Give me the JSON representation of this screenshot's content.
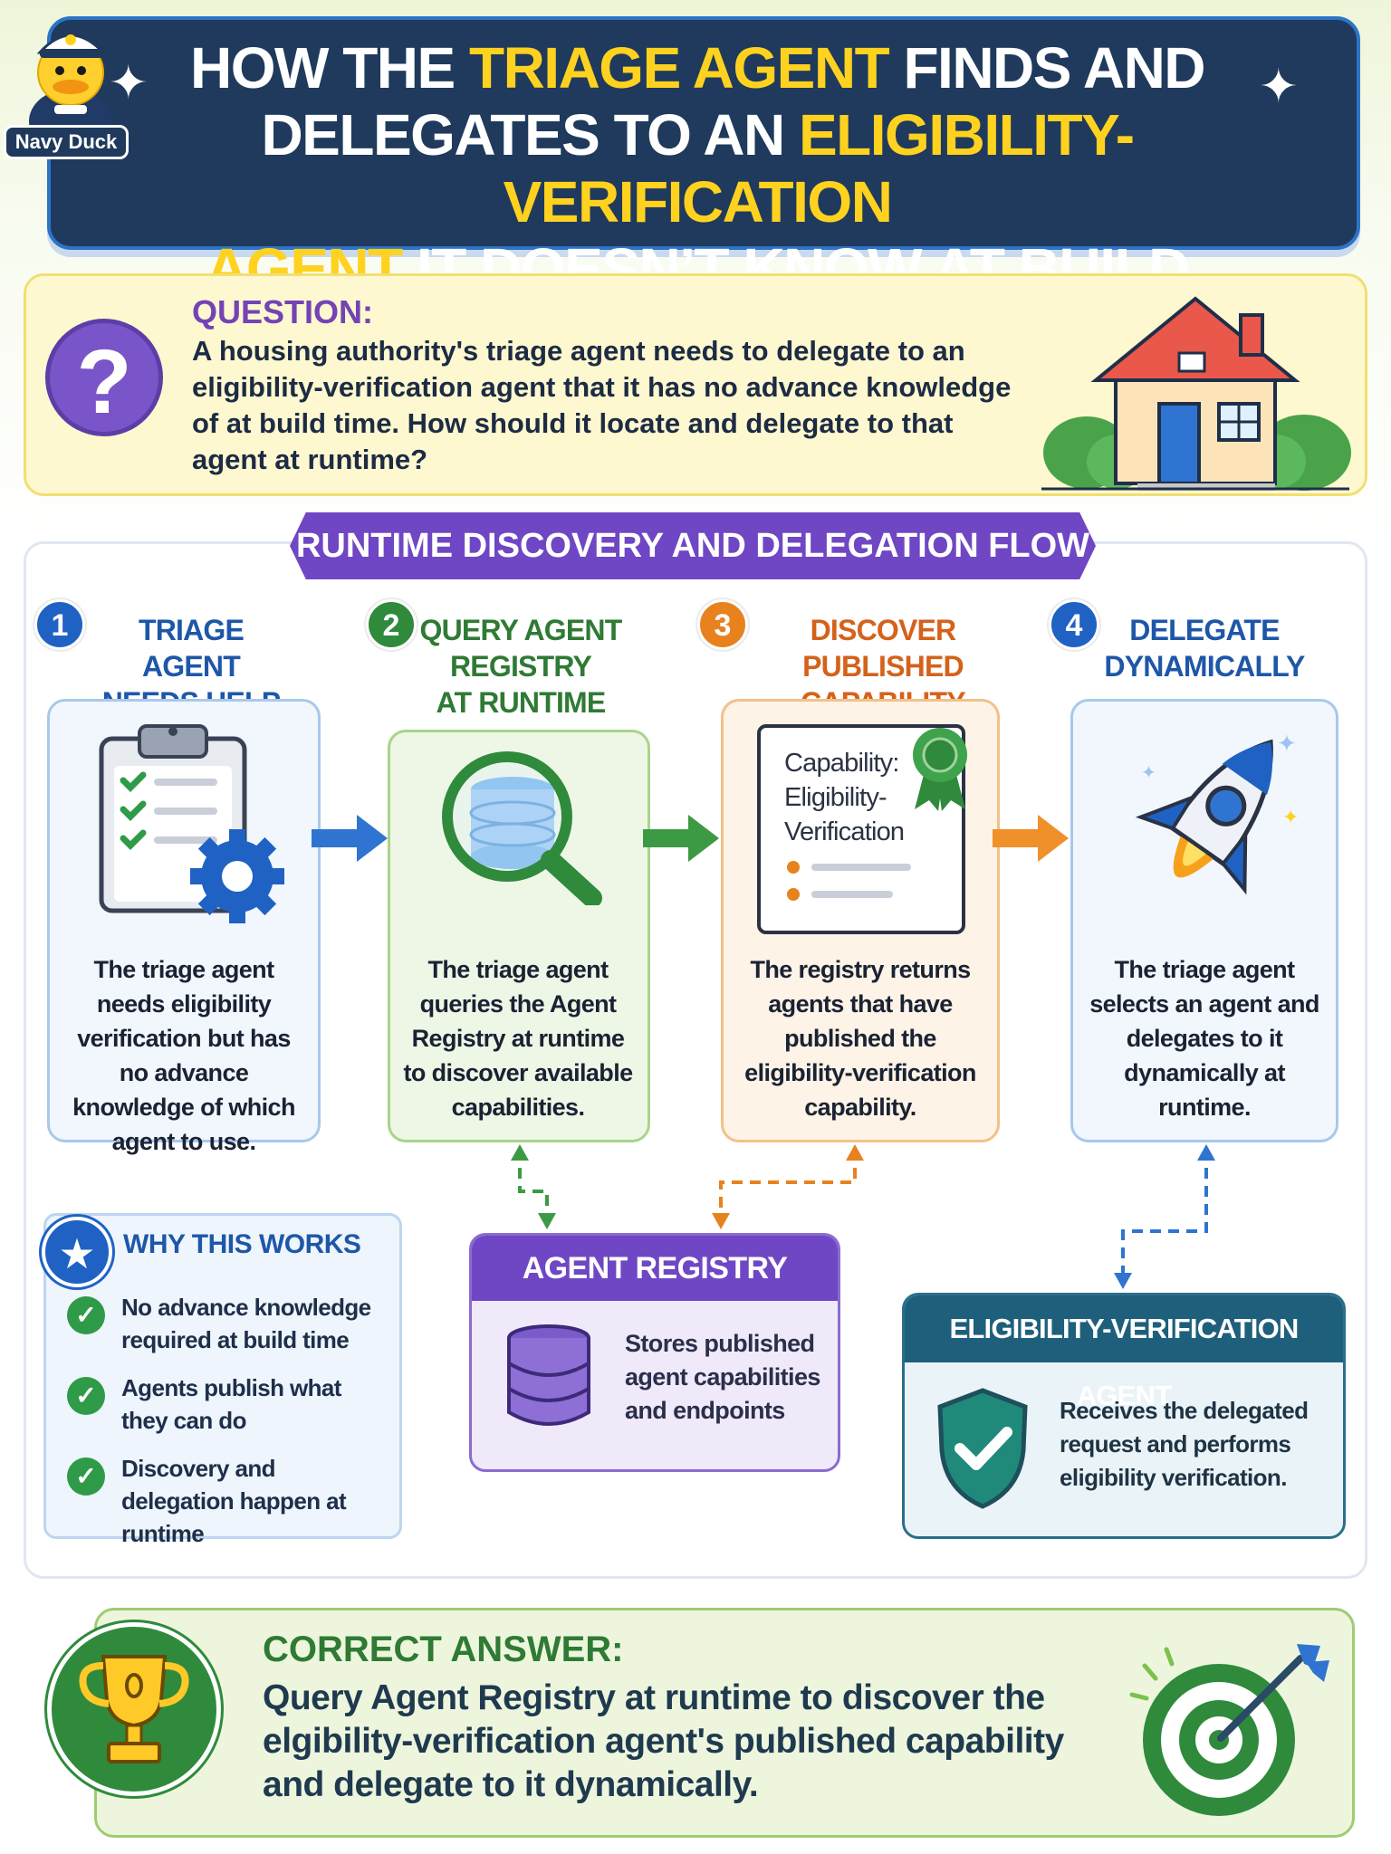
{
  "header": {
    "title_parts": {
      "p1": "HOW THE ",
      "p2": "TRIAGE AGENT",
      "p3": " FINDS AND",
      "p4": "DELEGATES TO AN ",
      "p5": "ELIGIBILITY-VERIFICATION",
      "p6": "AGENT",
      "p7": " IT DOESN’T KNOW AT BUILD TIME"
    },
    "duck_label": "Navy Duck"
  },
  "question": {
    "label": "QUESTION:",
    "text": "A housing authority's triage agent needs to delegate to an eligibility-verification agent that it has no advance knowledge of at build time. How should it locate and delegate to that agent at runtime?"
  },
  "flow": {
    "banner": "RUNTIME DISCOVERY AND DELEGATION FLOW",
    "steps": [
      {
        "num": "1",
        "title_l1": "TRIAGE AGENT",
        "title_l2": "NEEDS HELP",
        "title_l3": "",
        "color": "#1f62c4",
        "desc": "The triage agent needs eligibility verification but has no advance knowledge of which agent to use."
      },
      {
        "num": "2",
        "title_l1": "QUERY AGENT",
        "title_l2": "REGISTRY",
        "title_l3": "AT RUNTIME",
        "color": "#2f8a3c",
        "desc": "The triage agent queries the Agent Registry at runtime to discover available capabilities."
      },
      {
        "num": "3",
        "title_l1": "DISCOVER PUBLISHED",
        "title_l2": "CAPABILITY",
        "title_l3": "",
        "color": "#e8821f",
        "desc": "The registry returns agents that have published the eligibility-verification capability."
      },
      {
        "num": "4",
        "title_l1": "DELEGATE",
        "title_l2": "DYNAMICALLY",
        "title_l3": "",
        "color": "#1f62c4",
        "desc": "The triage agent selects an agent and delegates to it dynamically at runtime."
      }
    ],
    "capability_doc": {
      "l1": "Capability:",
      "l2": "Eligibility-",
      "l3": "Verification"
    }
  },
  "why": {
    "title": "WHY THIS WORKS",
    "items": [
      "No advance knowledge required at build time",
      "Agents publish what they can do",
      "Discovery and delegation happen at runtime"
    ]
  },
  "registry": {
    "title": "AGENT REGISTRY",
    "text": "Stores published agent capabilities and endpoints"
  },
  "ev_agent": {
    "title": "ELIGIBILITY-VERIFICATION AGENT",
    "text": "Receives the delegated request and performs eligibility verification."
  },
  "answer": {
    "label": "CORRECT ANSWER:",
    "text": "Query Agent Registry at runtime to discover the elgibility-verification agent's published capability and delegate to it dynamically."
  },
  "colors": {
    "navy": "#1f3a5c",
    "yellow_highlight": "#ffd21f",
    "purple": "#6f47c4",
    "blue": "#1f62c4",
    "green": "#2f8a3c",
    "orange": "#e8821f",
    "teal": "#1e5f7c"
  }
}
